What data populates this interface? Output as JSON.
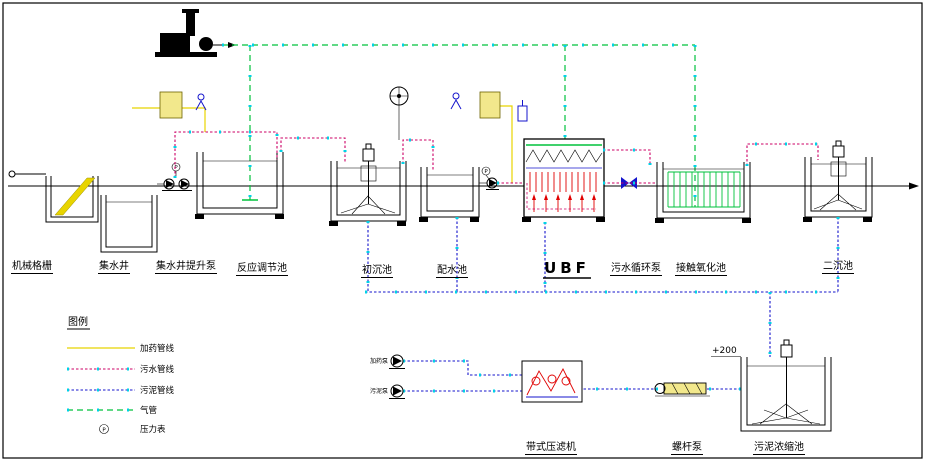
{
  "diagram": {
    "units": {
      "mechanical_screen": "机械格栅",
      "collection_well": "集水井",
      "lift_pump": "集水井提升泵",
      "regulating_tank": "反应调节池",
      "primary_clarifier": "初沉池",
      "distribution_tank": "配水池",
      "ubf_reactor": "UBF",
      "circulation_pump": "污水循环泵",
      "contact_oxidation_tank": "接触氧化池",
      "secondary_clarifier": "二沉池",
      "belt_filter_press": "带式压滤机",
      "screw_pump": "螺杆泵",
      "sludge_thickener": "污泥浓缩池"
    },
    "annotations": {
      "elevation": "+200",
      "dosing_pump": "加药泵",
      "sludge_pump": "污泥泵",
      "pressure_gauge": "P"
    }
  },
  "legend": {
    "title": "图例",
    "items": [
      {
        "label": "加药管线",
        "type": "dosing"
      },
      {
        "label": "污水管线",
        "type": "sewage"
      },
      {
        "label": "污泥管线",
        "type": "sludge"
      },
      {
        "label": "气管",
        "type": "air"
      },
      {
        "label": "压力表",
        "type": "gauge",
        "symbol": "P"
      }
    ]
  },
  "colors": {
    "dosing": "#e8d400",
    "sewage": "#cc0066",
    "sludge": "#1414cc",
    "air": "#00c23c",
    "marker": "#00d2e6",
    "detail_red": "#e00000",
    "outline": "#000000"
  }
}
